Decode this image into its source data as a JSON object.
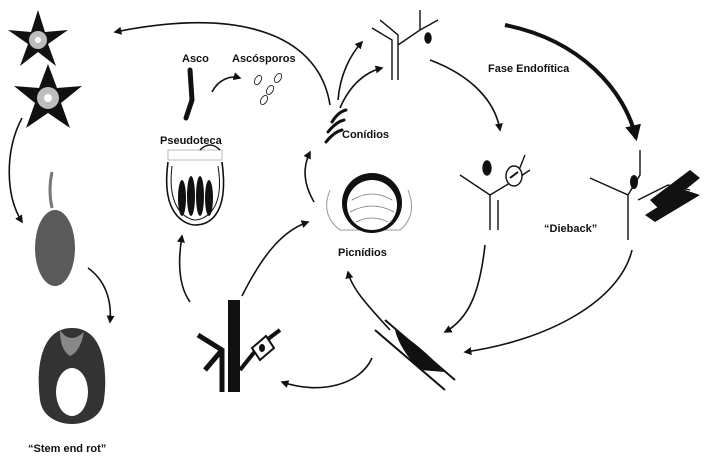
{
  "labels": {
    "asco": "Asco",
    "ascosporos": "Ascósporos",
    "pseudoteca": "Pseudoteca",
    "conidios": "Conídios",
    "picnidios": "Picnídios",
    "fase_endofitica": "Fase Endofítica",
    "dieback": "“Dieback”",
    "stem_end_rot": "“Stem end rot”"
  },
  "colors": {
    "ink": "#111111",
    "fruit": "#5a5a5a",
    "flower_center": "#bdbdbd",
    "rot": "#333333"
  }
}
